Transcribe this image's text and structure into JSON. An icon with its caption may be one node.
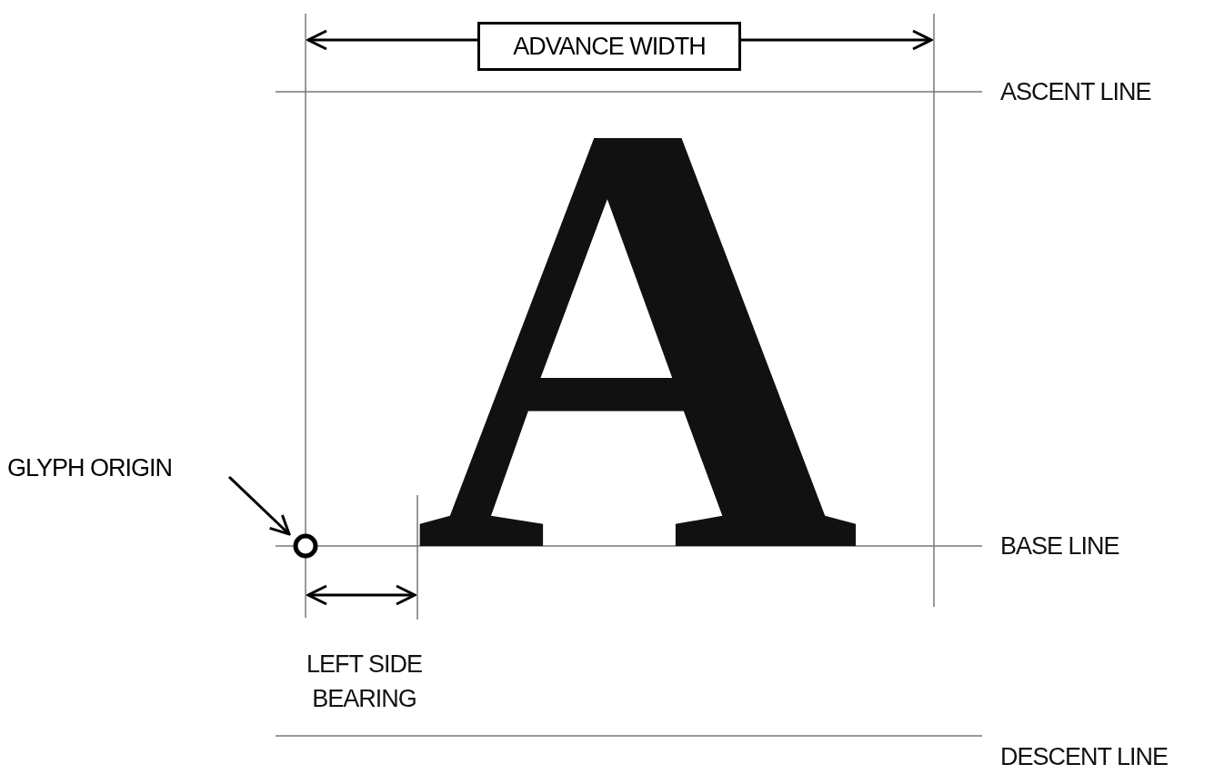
{
  "diagram": {
    "nodes": [
      {
        "text": [
          "ADVANCE WIDTH"
        ]
      },
      {
        "text": [
          "GLYPH ORIGIN"
        ]
      },
      {
        "text": [],
        "shape": "circle"
      }
    ],
    "edges": [
      {
        "from": 1,
        "to": 2,
        "arrow": "to"
      }
    ],
    "labels": [
      "ASCENT LINE",
      "A",
      "BASE LINE",
      "LEFT SIDE BEARING",
      "DESCENT LINE"
    ]
  }
}
